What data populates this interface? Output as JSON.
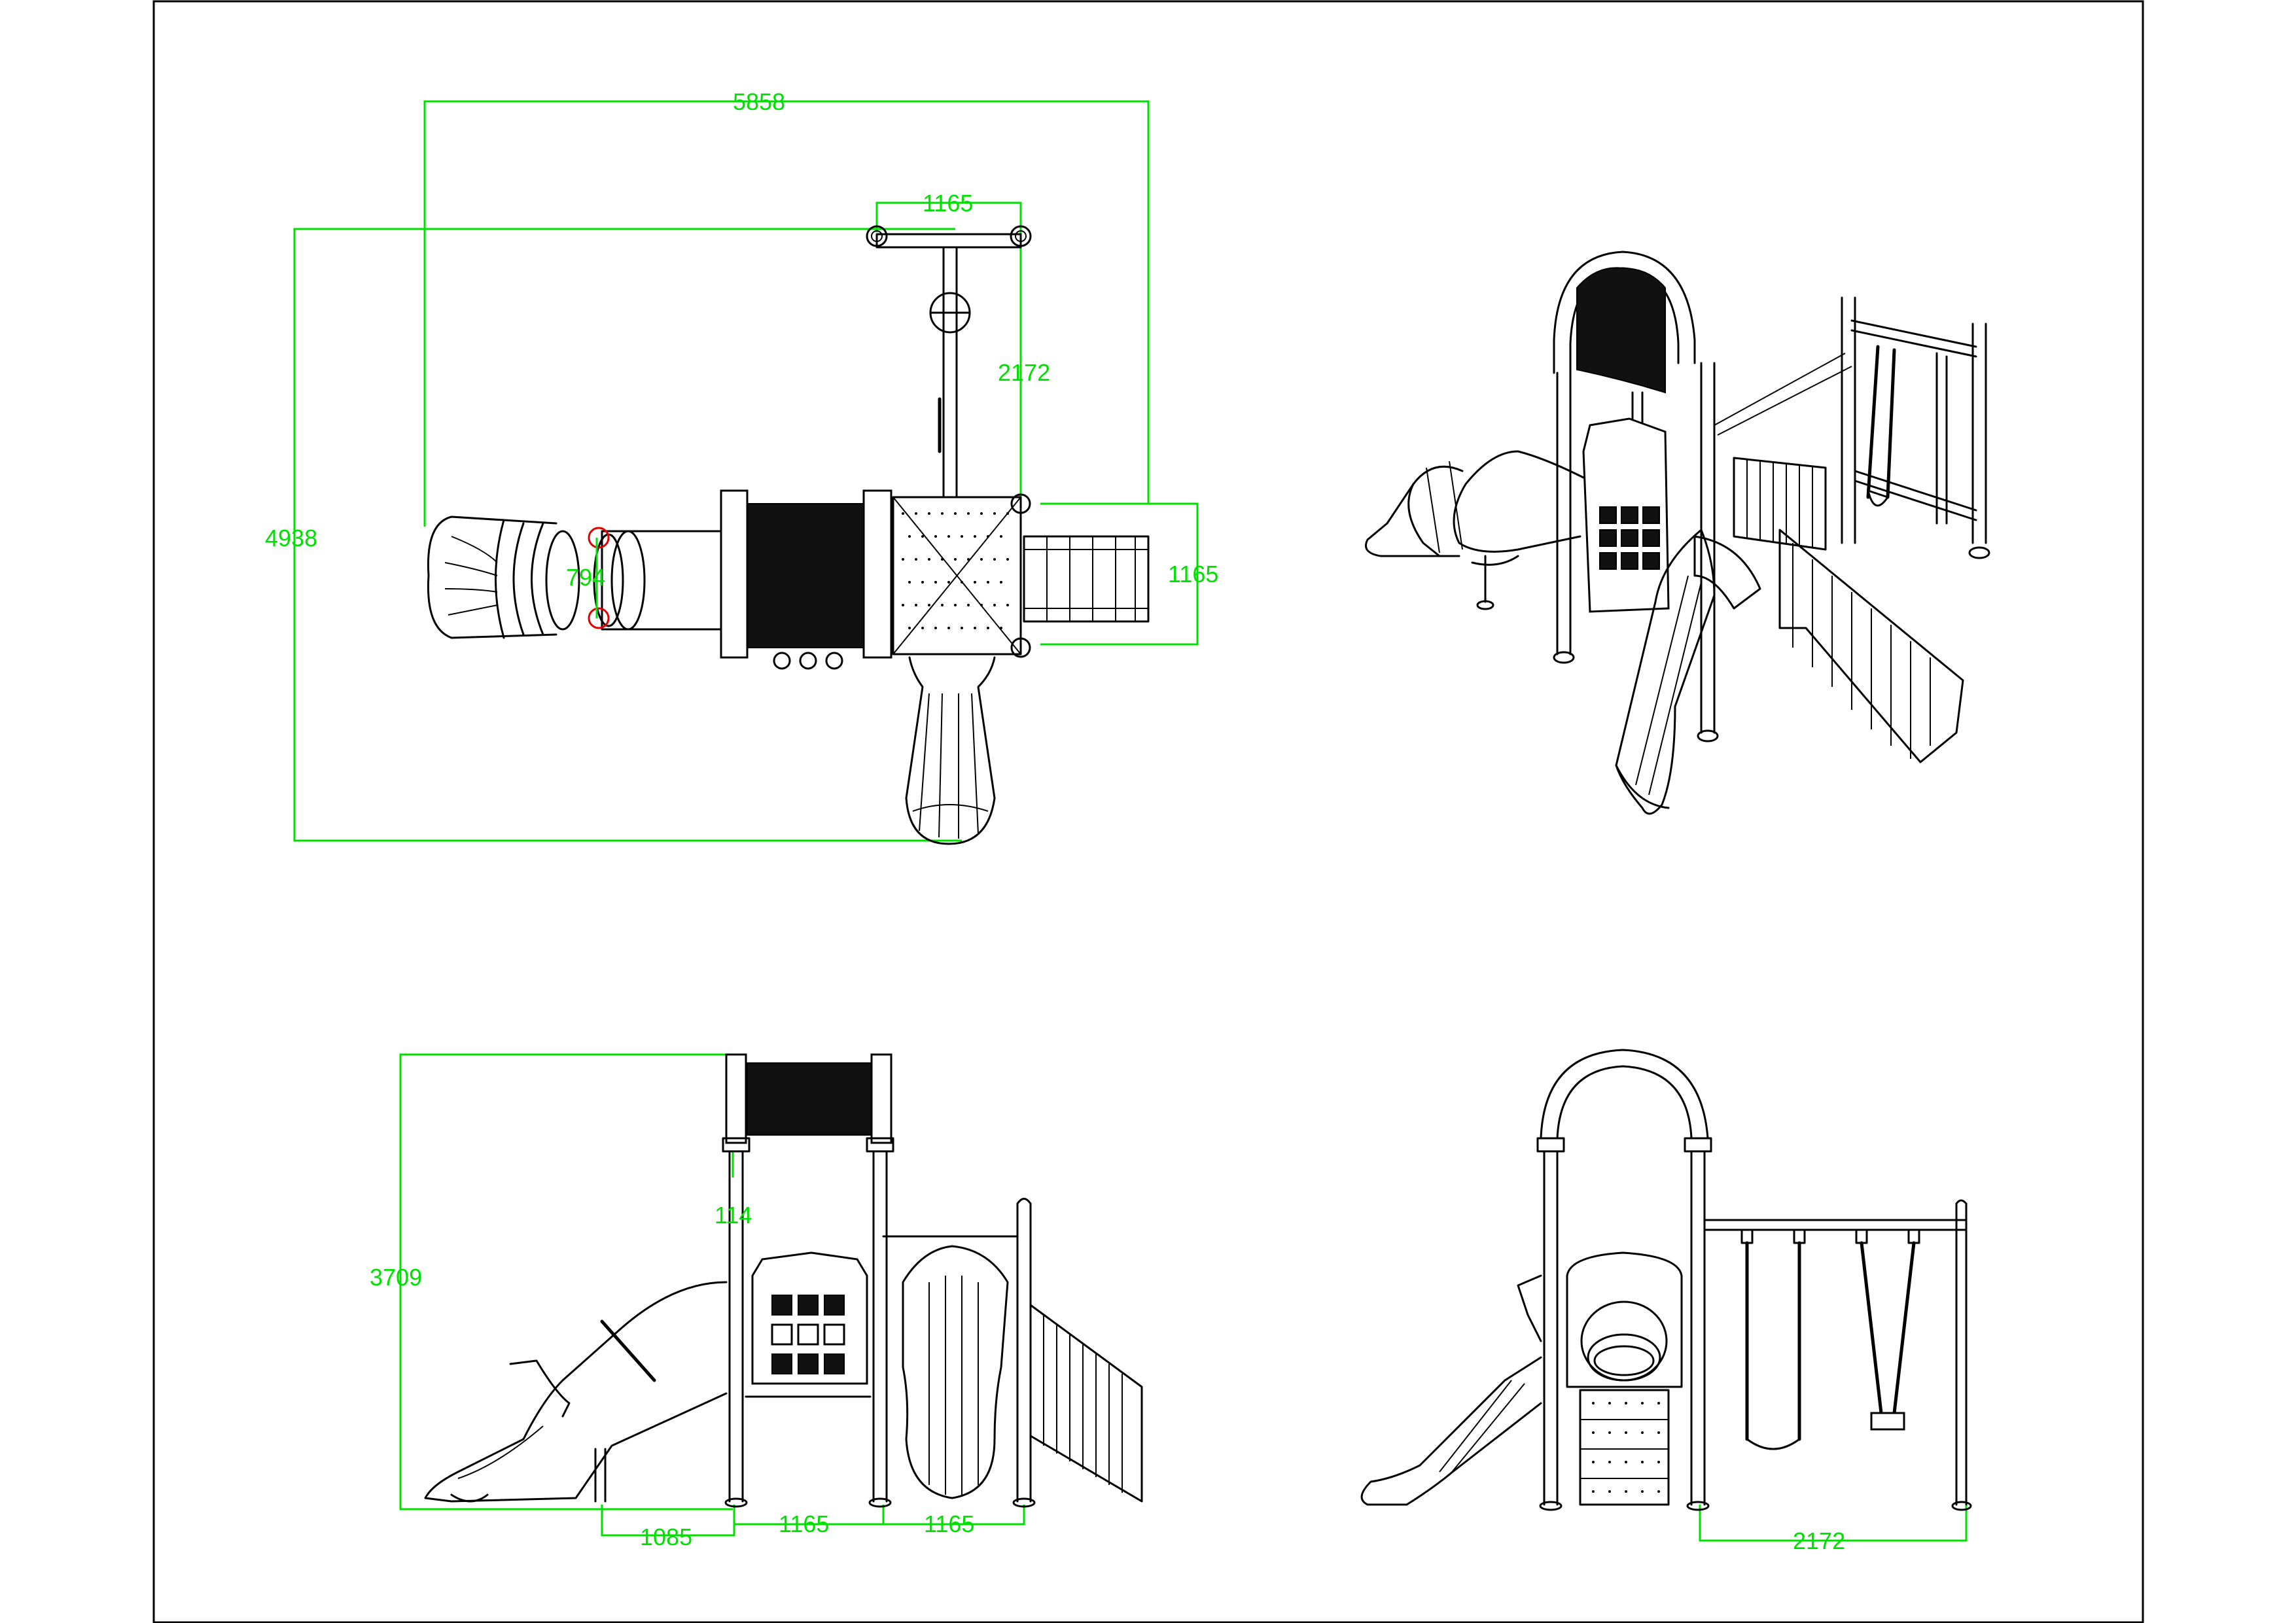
{
  "drawing": {
    "views": [
      "plan-view",
      "perspective-view",
      "front-elevation",
      "side-elevation"
    ],
    "dimensions": {
      "plan": {
        "overall_length": "5858",
        "overall_width": "4938",
        "post_spacing_top": "1165",
        "post_to_deck": "2172",
        "stair_width": "1165",
        "tube_diameter": "794"
      },
      "front": {
        "overall_height": "3709",
        "roof_offset": "114",
        "slide_run": "1085",
        "bay_1": "1165",
        "bay_2": "1165"
      },
      "side": {
        "swing_span": "2172"
      }
    }
  },
  "colors": {
    "dimension": "#00e000",
    "outline": "#000000",
    "marker": "#e00000"
  }
}
